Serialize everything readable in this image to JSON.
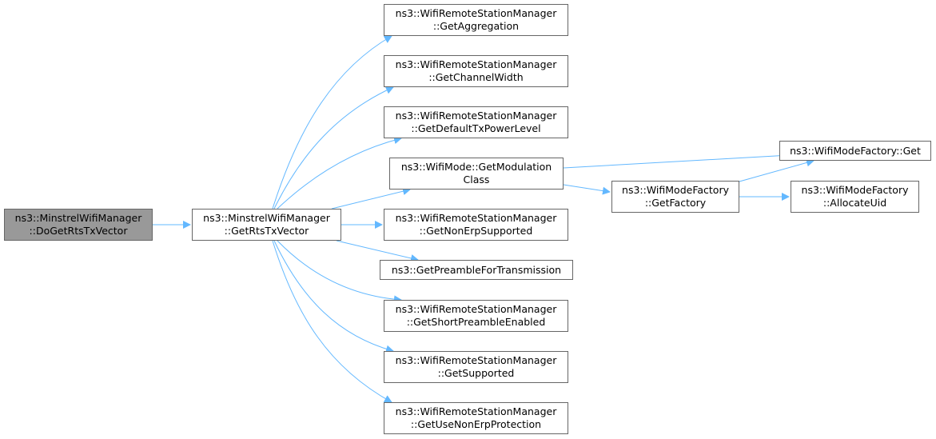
{
  "graph": {
    "edge_color": "#63b8ff",
    "nodes": [
      {
        "id": "root",
        "lines": [
          "ns3::MinstrelWifiManager",
          "::DoGetRtsTxVector"
        ],
        "highlight": true
      },
      {
        "id": "getrts",
        "lines": [
          "ns3::MinstrelWifiManager",
          "::GetRtsTxVector"
        ]
      },
      {
        "id": "aggr",
        "lines": [
          "ns3::WifiRemoteStationManager",
          "::GetAggregation"
        ]
      },
      {
        "id": "chw",
        "lines": [
          "ns3::WifiRemoteStationManager",
          "::GetChannelWidth"
        ]
      },
      {
        "id": "txpow",
        "lines": [
          "ns3::WifiRemoteStationManager",
          "::GetDefaultTxPowerLevel"
        ]
      },
      {
        "id": "modcls",
        "lines": [
          "ns3::WifiMode::GetModulation",
          "Class"
        ]
      },
      {
        "id": "nonerp",
        "lines": [
          "ns3::WifiRemoteStationManager",
          "::GetNonErpSupported"
        ]
      },
      {
        "id": "preamble",
        "lines": [
          "ns3::GetPreambleForTransmission"
        ]
      },
      {
        "id": "shortpre",
        "lines": [
          "ns3::WifiRemoteStationManager",
          "::GetShortPreambleEnabled"
        ]
      },
      {
        "id": "supported",
        "lines": [
          "ns3::WifiRemoteStationManager",
          "::GetSupported"
        ]
      },
      {
        "id": "usenonerp",
        "lines": [
          "ns3::WifiRemoteStationManager",
          "::GetUseNonErpProtection"
        ]
      },
      {
        "id": "factory",
        "lines": [
          "ns3::WifiModeFactory",
          "::GetFactory"
        ]
      },
      {
        "id": "mfget",
        "lines": [
          "ns3::WifiModeFactory::Get"
        ]
      },
      {
        "id": "alloc",
        "lines": [
          "ns3::WifiModeFactory",
          "::AllocateUid"
        ]
      }
    ],
    "edges": [
      [
        "root",
        "getrts"
      ],
      [
        "getrts",
        "aggr"
      ],
      [
        "getrts",
        "chw"
      ],
      [
        "getrts",
        "txpow"
      ],
      [
        "getrts",
        "modcls"
      ],
      [
        "getrts",
        "nonerp"
      ],
      [
        "getrts",
        "preamble"
      ],
      [
        "getrts",
        "shortpre"
      ],
      [
        "getrts",
        "supported"
      ],
      [
        "getrts",
        "usenonerp"
      ],
      [
        "modcls",
        "mfget"
      ],
      [
        "modcls",
        "factory"
      ],
      [
        "factory",
        "mfget"
      ],
      [
        "factory",
        "alloc"
      ]
    ]
  }
}
